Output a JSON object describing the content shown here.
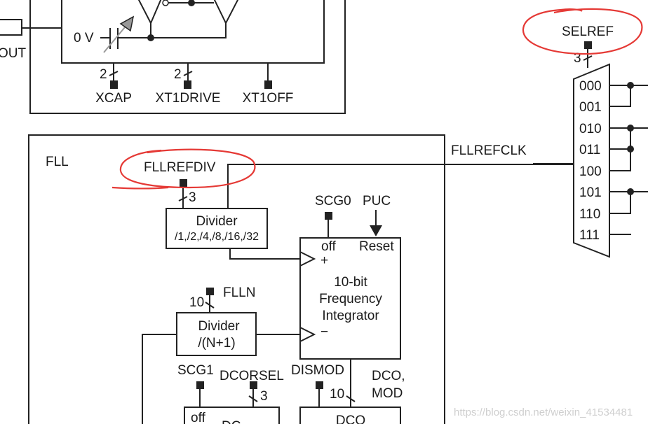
{
  "oscillator": {
    "out_label": "OUT",
    "zero_v": "0 V",
    "pins": [
      {
        "width": "2",
        "label": "XCAP"
      },
      {
        "width": "2",
        "label": "XT1DRIVE"
      },
      {
        "width": "",
        "label": "XT1OFF"
      }
    ]
  },
  "fll": {
    "title": "FLL",
    "refdiv_label": "FLLREFDIV",
    "refdiv_width": "3",
    "ref_divider": {
      "line1": "Divider",
      "line2": "/1,/2,/4,/8,/16,/32"
    },
    "refclk_label": "FLLREFCLK",
    "scg0": "SCG0",
    "puc": "PUC",
    "integrator": {
      "off": "off",
      "reset": "Reset",
      "plus": "+",
      "minus": "−",
      "line1": "10-bit",
      "line2": "Frequency",
      "line3": "Integrator"
    },
    "flln_label": "FLLN",
    "flln_width": "10",
    "n_divider": {
      "line1": "Divider",
      "line2": "/(N+1)"
    },
    "scg1": "SCG1",
    "dcorsel": "DCORSEL",
    "dcorsel_width": "3",
    "dismod": "DISMOD",
    "dco_mod": {
      "line1": "DCO,",
      "line2": "MOD"
    },
    "dco_width": "10",
    "dc_box": {
      "off": "off",
      "label": "DC"
    },
    "dco_box": "DCO"
  },
  "mux": {
    "select_label": "SELREF",
    "select_width": "3",
    "inputs": [
      "000",
      "001",
      "010",
      "011",
      "100",
      "101",
      "110",
      "111"
    ]
  },
  "annotation_color": "#e53935",
  "watermark": "https://blog.csdn.net/weixin_41534481"
}
